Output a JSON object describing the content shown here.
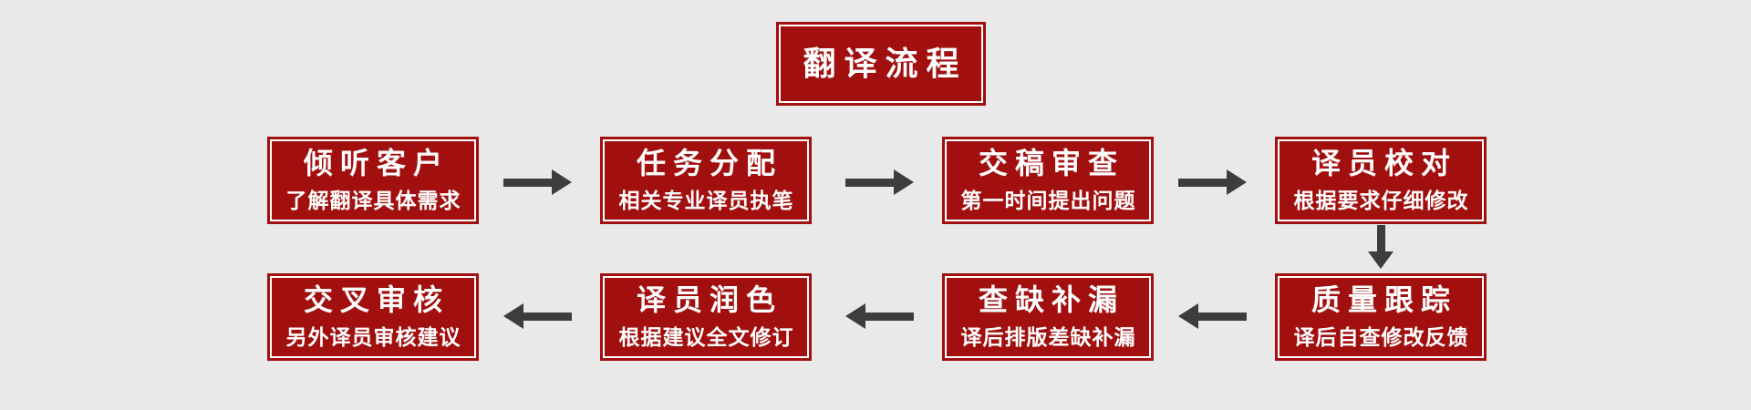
{
  "title": {
    "label": "翻译流程"
  },
  "steps": [
    {
      "order": 1,
      "title": "倾听客户",
      "subtitle": "了解翻译具体需求"
    },
    {
      "order": 2,
      "title": "任务分配",
      "subtitle": "相关专业译员执笔"
    },
    {
      "order": 3,
      "title": "交稿审查",
      "subtitle": "第一时间提出问题"
    },
    {
      "order": 4,
      "title": "译员校对",
      "subtitle": "根据要求仔细修改"
    },
    {
      "order": 5,
      "title": "质量跟踪",
      "subtitle": "译后自查修改反馈"
    },
    {
      "order": 6,
      "title": "查缺补漏",
      "subtitle": "译后排版差缺补漏"
    },
    {
      "order": 7,
      "title": "译员润色",
      "subtitle": "根据建议全文修订"
    },
    {
      "order": 8,
      "title": "交叉审核",
      "subtitle": "另外译员审核建议"
    }
  ],
  "colors": {
    "background": "#e9e9e9",
    "box_fill": "#a20f0f",
    "box_inner_border": "#ffffff",
    "arrow": "#3d3d3d",
    "text": "#ffffff"
  }
}
